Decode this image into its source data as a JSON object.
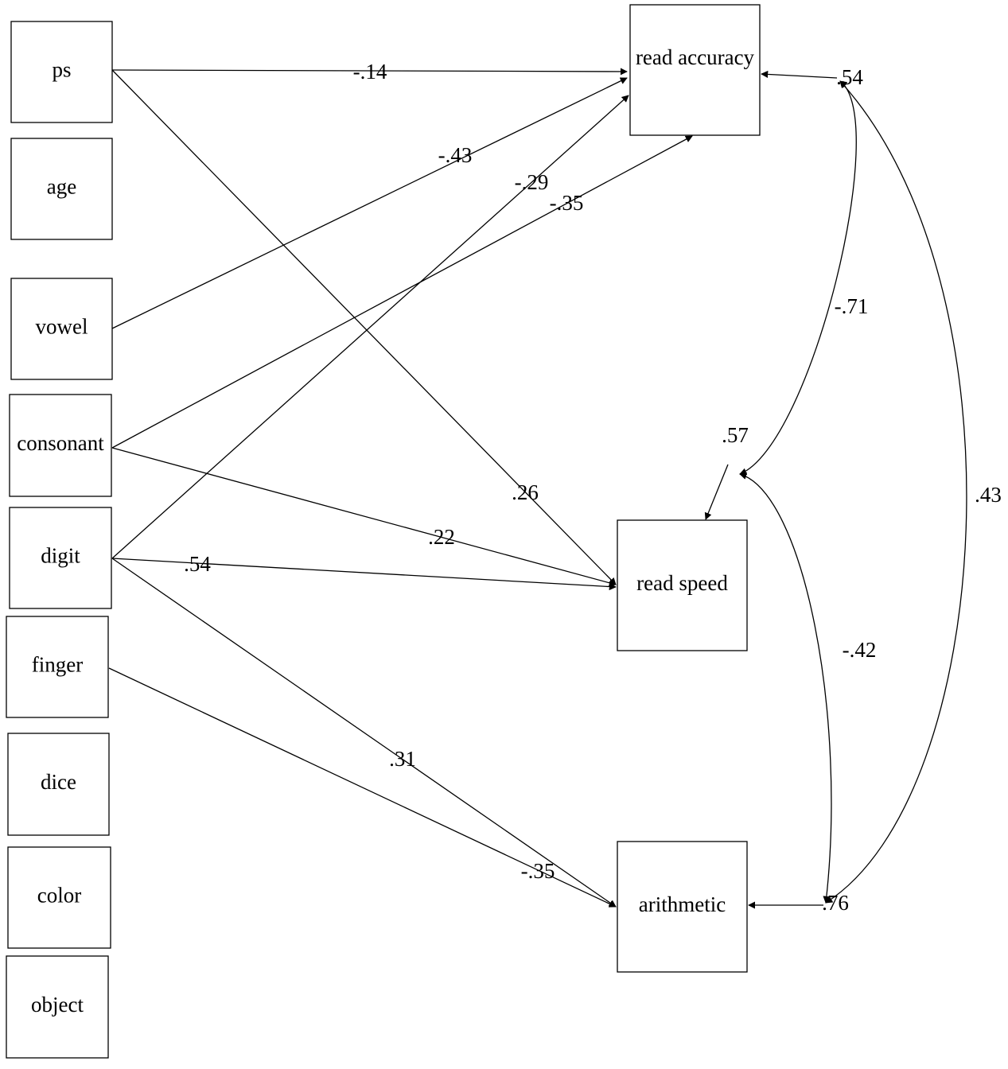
{
  "diagram": {
    "nodes": [
      {
        "id": "ps",
        "label": "ps"
      },
      {
        "id": "age",
        "label": "age"
      },
      {
        "id": "vowel",
        "label": "vowel"
      },
      {
        "id": "consonant",
        "label": "consonant"
      },
      {
        "id": "digit",
        "label": "digit"
      },
      {
        "id": "finger",
        "label": "finger"
      },
      {
        "id": "dice",
        "label": "dice"
      },
      {
        "id": "color",
        "label": "color"
      },
      {
        "id": "object",
        "label": "object"
      },
      {
        "id": "read_accuracy",
        "label": "read accuracy"
      },
      {
        "id": "read_speed",
        "label": "read speed"
      },
      {
        "id": "arithmetic",
        "label": "arithmetic"
      }
    ],
    "paths": [
      {
        "from": "ps",
        "to": "read_accuracy",
        "label": "-.14"
      },
      {
        "from": "ps",
        "to": "read_speed",
        "label": ".26"
      },
      {
        "from": "vowel",
        "to": "read_accuracy",
        "label": "-.43"
      },
      {
        "from": "consonant",
        "to": "read_accuracy",
        "label": "-.35"
      },
      {
        "from": "consonant",
        "to": "read_speed",
        "label": ".22"
      },
      {
        "from": "digit",
        "to": "read_accuracy",
        "label": "-.29"
      },
      {
        "from": "digit",
        "to": "read_speed",
        "label": ".54"
      },
      {
        "from": "digit",
        "to": "arithmetic",
        "label": ".31"
      },
      {
        "from": "finger",
        "to": "arithmetic",
        "label": "-.35"
      }
    ],
    "residuals": [
      {
        "node": "read_accuracy",
        "label": ".54"
      },
      {
        "node": "read_speed",
        "label": ".57"
      },
      {
        "node": "arithmetic",
        "label": ".76"
      }
    ],
    "covariances": [
      {
        "a": "read_accuracy",
        "b": "read_speed",
        "label": "-.71"
      },
      {
        "a": "read_speed",
        "b": "arithmetic",
        "label": "-.42"
      },
      {
        "a": "read_accuracy",
        "b": "arithmetic",
        "label": ".43"
      }
    ]
  }
}
